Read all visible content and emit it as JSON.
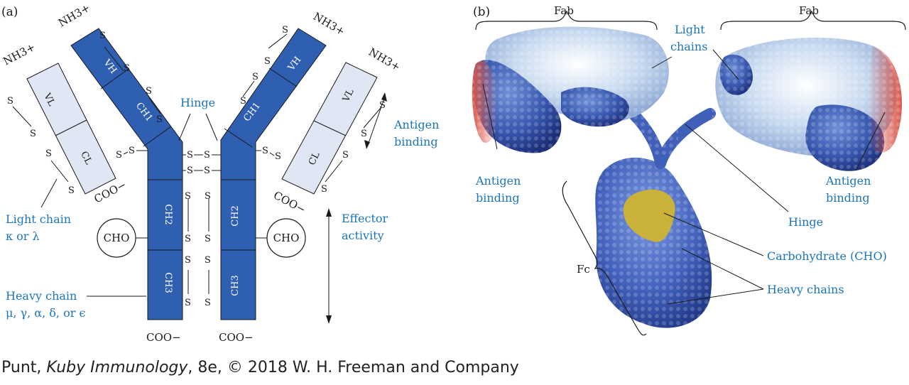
{
  "panels": {
    "a": {
      "label": "(a)"
    },
    "b": {
      "label": "(b)"
    }
  },
  "diagram_a": {
    "nh3": "NH3+",
    "coo": "COO−",
    "sulfur": "S",
    "cho": "CHO",
    "domains": {
      "vh": "VH",
      "vl": "VL",
      "ch1": "CH1",
      "cl": "CL",
      "ch2": "CH2",
      "ch3": "CH3"
    },
    "labels": {
      "hinge": "Hinge",
      "antigen_binding": [
        "Antigen",
        "binding"
      ],
      "effector_activity": [
        "Effector",
        "activity"
      ],
      "light_chain": [
        "Light chain",
        "κ or λ"
      ],
      "heavy_chain": [
        "Heavy chain",
        "μ, γ, α, δ, or ϵ"
      ]
    }
  },
  "diagram_b": {
    "fab": "Fab",
    "fc": "Fc",
    "labels": {
      "light_chains": [
        "Light",
        "chains"
      ],
      "antigen_binding": [
        "Antigen",
        "binding"
      ],
      "hinge": "Hinge",
      "carbohydrate": "Carbohydrate (CHO)",
      "heavy_chains": "Heavy chains"
    }
  },
  "colors": {
    "heavy_chain": "#2f5fb0",
    "light_chain": "#e1e6f5",
    "label_blue": "#1b75bb",
    "carbohydrate": "#c9b13a",
    "antigen_tip": "#d9574a"
  },
  "credit": {
    "author": "Punt, ",
    "title": "Kuby Immunology",
    "rest": ", 8e, © 2018 W. H. Freeman and Company"
  }
}
